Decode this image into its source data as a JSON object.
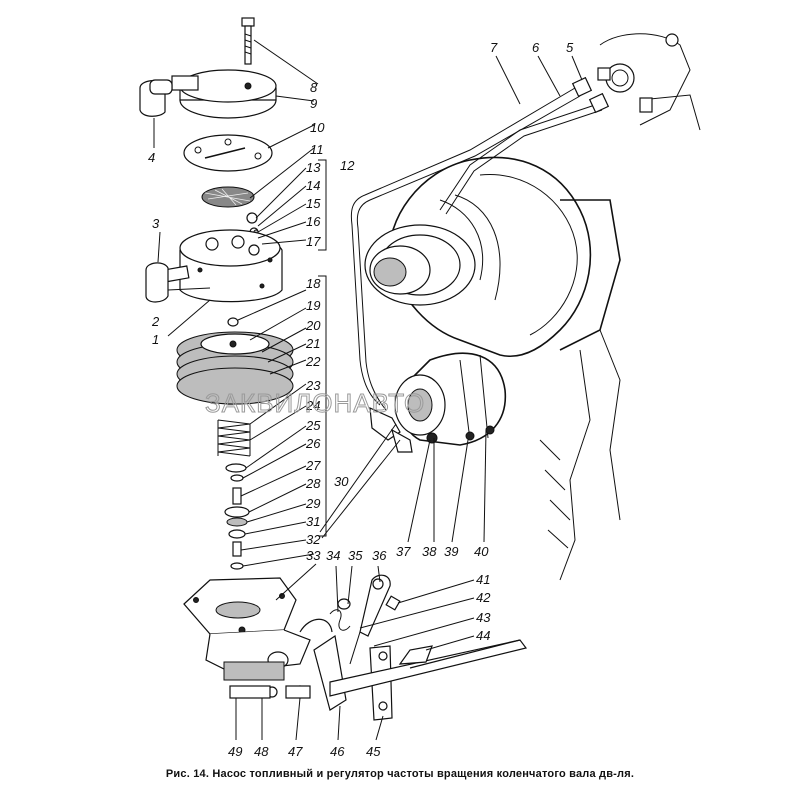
{
  "caption": "Рис. 14. Насос топливный и регулятор частоты вращения коленчатого вала дв-ля.",
  "watermark": "ЗАКВИЛОНАВТО",
  "part_labels": [
    "1",
    "2",
    "3",
    "4",
    "5",
    "6",
    "7",
    "8",
    "9",
    "10",
    "11",
    "12",
    "13",
    "14",
    "15",
    "16",
    "17",
    "18",
    "19",
    "20",
    "21",
    "22",
    "23",
    "24",
    "25",
    "26",
    "27",
    "28",
    "29",
    "30",
    "31",
    "32",
    "33",
    "34",
    "35",
    "36",
    "37",
    "38",
    "39",
    "40",
    "41",
    "42",
    "43",
    "44",
    "45",
    "46",
    "47",
    "48",
    "49"
  ]
}
